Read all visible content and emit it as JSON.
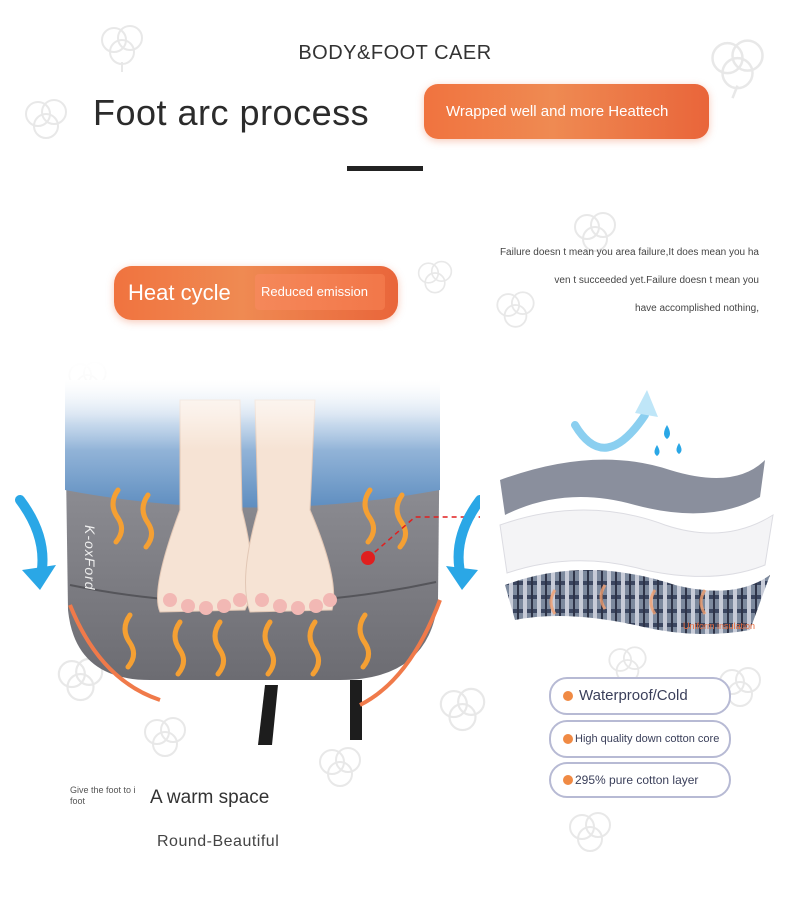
{
  "header": {
    "title": "BODY&FOOT CAER"
  },
  "process": {
    "title": "Foot arc process",
    "badge": "Wrapped well and more Heattech"
  },
  "heat_badge": {
    "label": "Heat cycle",
    "sub": "Reduced emission"
  },
  "quote": {
    "lines": [
      "Failure doesn t mean you area failure,It does mean you ha",
      "ven t succeeded yet.Failure doesn t mean you",
      "have accomplished nothing,"
    ]
  },
  "product": {
    "brand_mark": "K-oxFord"
  },
  "layers": {
    "caption": "Uniform insulation"
  },
  "features": [
    {
      "label": "Waterproof/Cold"
    },
    {
      "label": "High quality down cotton core"
    },
    {
      "label": "295% pure cotton layer"
    }
  ],
  "footer": {
    "small_caption": "Give the foot to i foot",
    "headline": "A warm space",
    "sub": "Round-Beautiful"
  },
  "colors": {
    "accent": "#f0733f",
    "arrow_blue": "#2aa7e6",
    "bag_gray": "#7b7b80",
    "tag_border": "#b7bad4"
  }
}
